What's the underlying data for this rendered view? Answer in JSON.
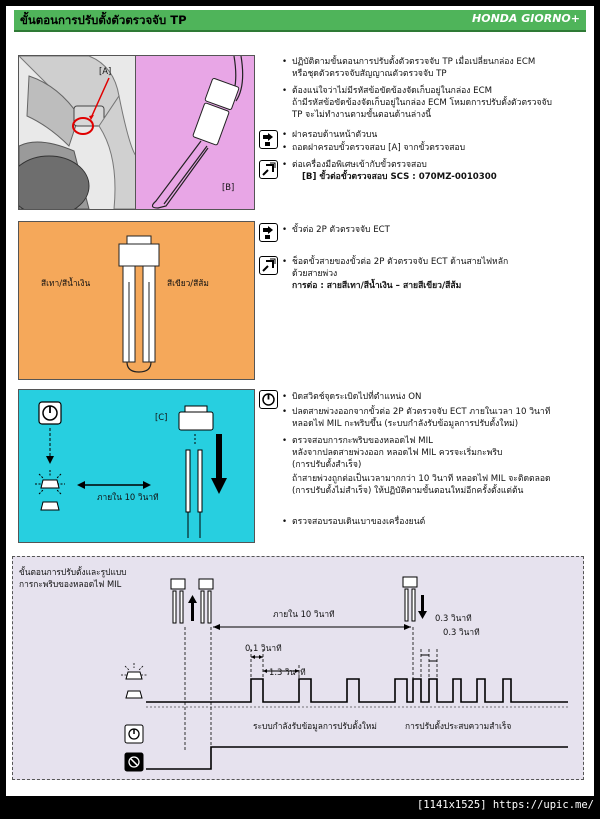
{
  "header": {
    "title": "ขั้นตอนการปรับตั้งตัวตรวจจับ TP",
    "brand": "HONDA GIORNO+"
  },
  "section1": {
    "label_a": "[A]",
    "label_b": "[B]",
    "bullets": [
      [
        "ปฏิบัติตามขั้นตอนการปรับตั้งตัวตรวจจับ TP เมื่อเปลี่ยนกล่อง ECM",
        "หรือชุดตัวตรวจจับสัญญาณตัวตรวจจับ TP"
      ],
      [
        "ต้องแน่ใจว่าไม่มีรหัสข้อขัดข้องจัดเก็บอยู่ในกล่อง ECM",
        "ถ้ามีรหัสข้อขัดข้องจัดเก็บอยู่ในกล่อง ECM โหมดการปรับตั้งตัวตรวจจับ",
        "TP จะไม่ทำงานตามขั้นตอนด้านล่างนี้"
      ],
      [
        "ฝาครอบด้านหน้าตัวบน"
      ],
      [
        "ถอดฝาครอบขั้วตรวจสอบ [A] จากขั้วตรวจสอบ"
      ],
      [
        "ต่อเครื่องมือพิเศษเข้ากับขั้วตรวจสอบ"
      ]
    ],
    "tool_line": "[B] ขั้วต่อขั้วตรวจสอบ SCS : 070MZ-0010300"
  },
  "section2": {
    "left_label": "สีเทา/สีน้ำเงิน",
    "right_label": "สีเขียว/สีส้ม",
    "bullets": [
      [
        "ขั้วต่อ 2P ตัวตรวจจับ ECT"
      ],
      [
        "ช็อตขั้วสายของขั้วต่อ 2P ตัวตรวจจับ ECT ด้านสายไฟหลัก",
        "ด้วยสายพ่วง"
      ]
    ],
    "connection": "การต่อ : สายสีเทา/สีน้ำเงิน – สายสีเขียว/สีส้ม"
  },
  "section3": {
    "label_c": "[C]",
    "within": "ภายใน 10 วินาที",
    "bullets": [
      [
        "บิดสวิตช์จุดระเบิดไปที่ตำแหน่ง ON"
      ],
      [
        "ปลดสายพ่วงออกจากขั้วต่อ 2P ตัวตรวจจับ ECT ภายในเวลา 10 วินาที",
        "หลอดไฟ MIL กะพริบขึ้น (ระบบกำลังรับข้อมูลการปรับตั้งใหม่)"
      ],
      [
        "ตรวจสอบการกะพริบของหลอดไฟ MIL",
        "หลังจากปลดสายพ่วงออก หลอดไฟ MIL ควรจะเริ่มกะพริบ",
        "(การปรับตั้งสำเร็จ)",
        "ถ้าสายพ่วงถูกต่อเป็นเวลามากกว่า 10 วินาที หลอดไฟ MIL จะติดตลอด",
        "(การปรับตั้งไม่สำเร็จ) ให้ปฏิบัติตามขั้นตอนใหม่อีกครั้งตั้งแต่ต้น"
      ],
      [
        "ตรวจสอบรอบเดินเบาของเครื่องยนต์"
      ]
    ]
  },
  "timing": {
    "title": "ขั้นตอนการปรับตั้งและรูปแบบ",
    "title2": "การกะพริบของหลอดไฟ MIL",
    "within": "ภายใน 10 วินาที",
    "t01": "0.1 วินาที",
    "t13": "1.3 วินาที",
    "t03a": "0.3 วินาที",
    "t03b": "0.3 วินาที",
    "receiving": "ระบบกำลังรับข้อมูลการปรับตั้งใหม่",
    "success": "การปรับตั้งประสบความสำเร็จ"
  },
  "footer": "[1141x1525] https://upic.me/",
  "colors": {
    "header_green": "#4fb45a",
    "pink": "#e8a6e6",
    "orange": "#f5a85a",
    "cyan": "#27cfe0",
    "timing_bg": "#e6e2ee"
  }
}
